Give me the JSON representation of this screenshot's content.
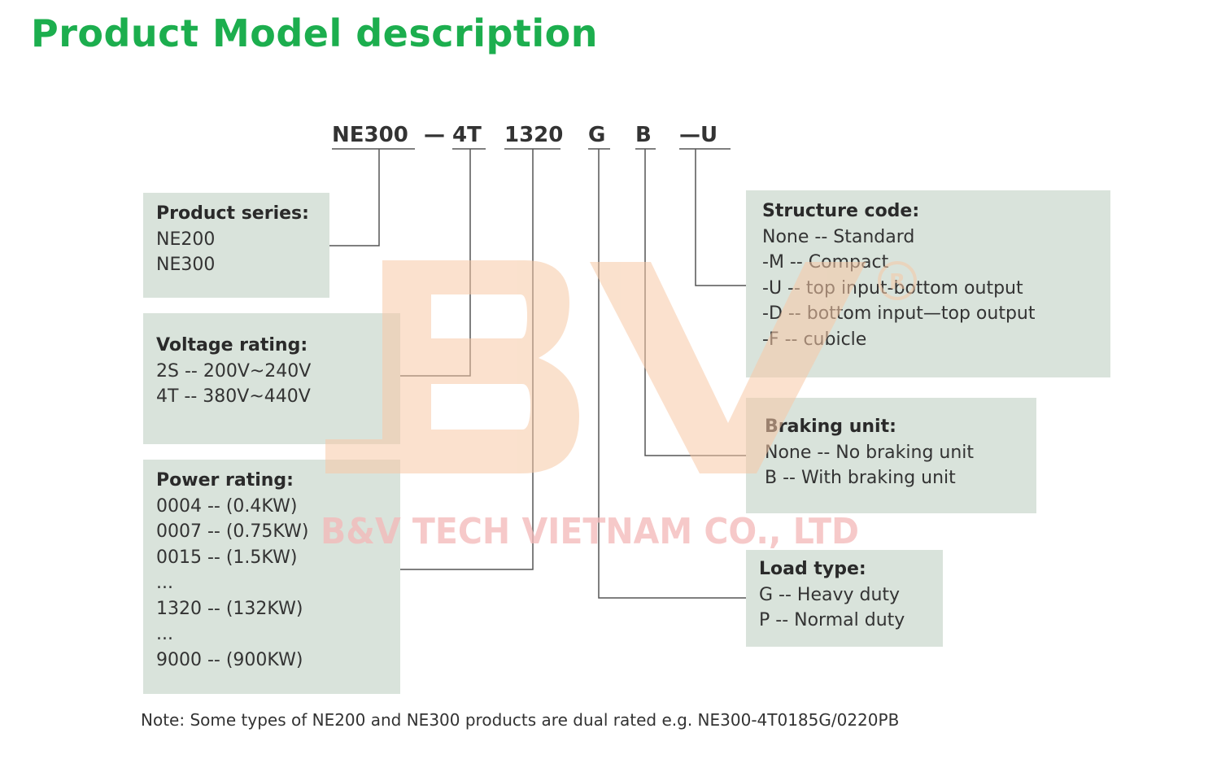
{
  "title": "Product Model description",
  "model_code": {
    "series": "NE300",
    "dash1": "—",
    "voltage": "4T",
    "power": "1320",
    "load": "G",
    "braking": "B",
    "structure": "—U"
  },
  "boxes": {
    "product_series": {
      "title": "Product series:",
      "lines": [
        "NE200",
        "NE300"
      ]
    },
    "voltage_rating": {
      "title": "Voltage rating:",
      "lines": [
        "2S -- 200V~240V",
        "4T -- 380V~440V"
      ]
    },
    "power_rating": {
      "title": "Power rating:",
      "lines": [
        "0004 -- (0.4KW)",
        "0007 -- (0.75KW)",
        "0015 -- (1.5KW)",
        "...",
        "1320 -- (132KW)",
        "...",
        "9000 -- (900KW)"
      ]
    },
    "structure_code": {
      "title": "Structure code:",
      "lines": [
        "None -- Standard",
        "-M -- Compact",
        "-U -- top input-bottom output",
        "-D -- bottom input—top output",
        "-F -- cubicle"
      ]
    },
    "braking_unit": {
      "title": "Braking unit:",
      "lines": [
        "None -- No braking unit",
        "B -- With braking unit"
      ]
    },
    "load_type": {
      "title": "Load type:",
      "lines": [
        "G -- Heavy duty",
        "P -- Normal duty"
      ]
    }
  },
  "watermark": {
    "text": "B&V TECH VIETNAM CO., LTD",
    "logo": "BV",
    "registered_mark": "R"
  },
  "note": "Note: Some types of NE200 and NE300 products are dual rated e.g. NE300-4T0185G/0220PB",
  "colors": {
    "title": "#1cae4e",
    "box_bg": "#d9e3db",
    "text": "#333333",
    "line": "#555555",
    "watermark_logo": "#f7c9a6",
    "watermark_text": "#f4b8b8"
  }
}
